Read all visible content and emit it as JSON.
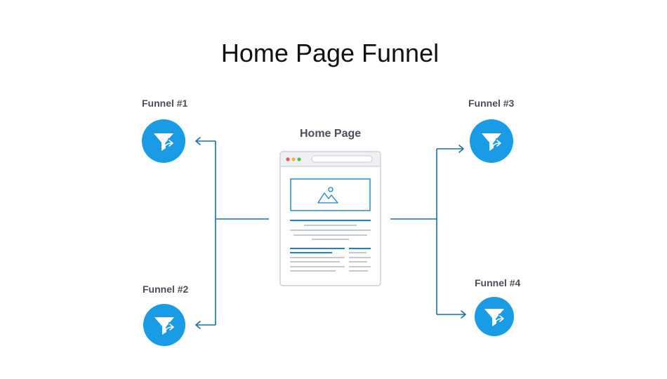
{
  "title": "Home Page Funnel",
  "center_label": "Home Page",
  "funnels": [
    {
      "label": "Funnel #1"
    },
    {
      "label": "Funnel #2"
    },
    {
      "label": "Funnel #3"
    },
    {
      "label": "Funnel #4"
    }
  ],
  "colors": {
    "accent": "#1a9be6",
    "connector": "#1b6fa8",
    "text": "#4a4f5c",
    "page_border": "#c9ced6",
    "page_line": "#c5cad1",
    "page_accent": "#1b84c9",
    "dot_red": "#e85b4a",
    "dot_yellow": "#f1b73b",
    "dot_green": "#4cbf4f"
  },
  "icons": {
    "funnel": "funnel-arrow-icon",
    "image": "image-mountain-icon"
  }
}
